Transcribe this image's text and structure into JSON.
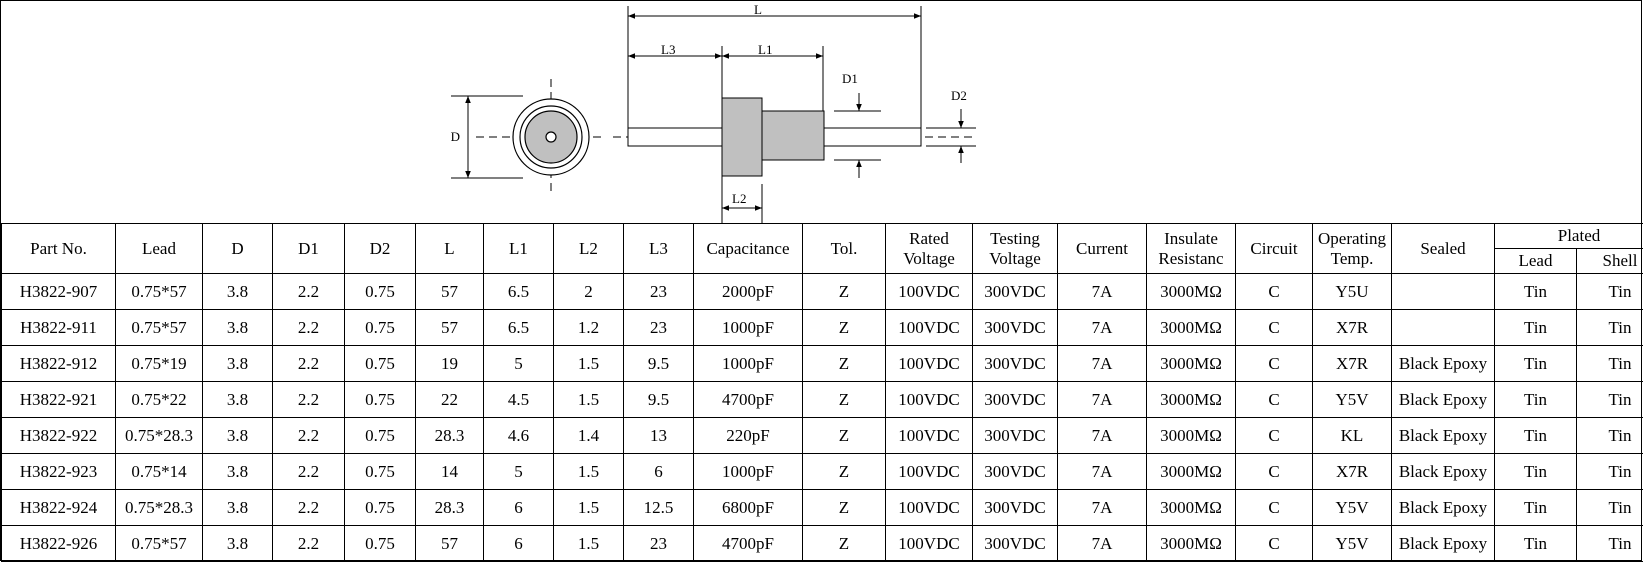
{
  "drawing": {
    "labels": {
      "L": "L",
      "L1": "L1",
      "L2": "L2",
      "L3": "L3",
      "D": "D",
      "D1": "D1",
      "D2": "D2"
    },
    "colors": {
      "body_fill": "#c0c0c0",
      "line": "#000000"
    }
  },
  "table": {
    "headers": {
      "part_no": "Part No.",
      "lead": "Lead",
      "d": "D",
      "d1": "D1",
      "d2": "D2",
      "l": "L",
      "l1": "L1",
      "l2": "L2",
      "l3": "L3",
      "capacitance": "Capacitance",
      "tol": "Tol.",
      "rated_voltage": [
        "Rated",
        "Voltage"
      ],
      "testing_voltage": [
        "Testing",
        "Voltage"
      ],
      "current": "Current",
      "insulate_resistance": [
        "Insulate",
        "Resistanc"
      ],
      "circuit": "Circuit",
      "operating_temp": [
        "Operating",
        "Temp."
      ],
      "sealed": "Sealed",
      "plated": "Plated",
      "plated_lead": "Lead",
      "plated_shell": "Shell"
    },
    "rows": [
      [
        "H3822-907",
        "0.75*57",
        "3.8",
        "2.2",
        "0.75",
        "57",
        "6.5",
        "2",
        "23",
        "2000pF",
        "Z",
        "100VDC",
        "300VDC",
        "7A",
        "3000MΩ",
        "C",
        "Y5U",
        "",
        "Tin",
        "Tin"
      ],
      [
        "H3822-911",
        "0.75*57",
        "3.8",
        "2.2",
        "0.75",
        "57",
        "6.5",
        "1.2",
        "23",
        "1000pF",
        "Z",
        "100VDC",
        "300VDC",
        "7A",
        "3000MΩ",
        "C",
        "X7R",
        "",
        "Tin",
        "Tin"
      ],
      [
        "H3822-912",
        "0.75*19",
        "3.8",
        "2.2",
        "0.75",
        "19",
        "5",
        "1.5",
        "9.5",
        "1000pF",
        "Z",
        "100VDC",
        "300VDC",
        "7A",
        "3000MΩ",
        "C",
        "X7R",
        "Black Epoxy",
        "Tin",
        "Tin"
      ],
      [
        "H3822-921",
        "0.75*22",
        "3.8",
        "2.2",
        "0.75",
        "22",
        "4.5",
        "1.5",
        "9.5",
        "4700pF",
        "Z",
        "100VDC",
        "300VDC",
        "7A",
        "3000MΩ",
        "C",
        "Y5V",
        "Black Epoxy",
        "Tin",
        "Tin"
      ],
      [
        "H3822-922",
        "0.75*28.3",
        "3.8",
        "2.2",
        "0.75",
        "28.3",
        "4.6",
        "1.4",
        "13",
        "220pF",
        "Z",
        "100VDC",
        "300VDC",
        "7A",
        "3000MΩ",
        "C",
        "KL",
        "Black Epoxy",
        "Tin",
        "Tin"
      ],
      [
        "H3822-923",
        "0.75*14",
        "3.8",
        "2.2",
        "0.75",
        "14",
        "5",
        "1.5",
        "6",
        "1000pF",
        "Z",
        "100VDC",
        "300VDC",
        "7A",
        "3000MΩ",
        "C",
        "X7R",
        "Black Epoxy",
        "Tin",
        "Tin"
      ],
      [
        "H3822-924",
        "0.75*28.3",
        "3.8",
        "2.2",
        "0.75",
        "28.3",
        "6",
        "1.5",
        "12.5",
        "6800pF",
        "Z",
        "100VDC",
        "300VDC",
        "7A",
        "3000MΩ",
        "C",
        "Y5V",
        "Black Epoxy",
        "Tin",
        "Tin"
      ],
      [
        "H3822-926",
        "0.75*57",
        "3.8",
        "2.2",
        "0.75",
        "57",
        "6",
        "1.5",
        "23",
        "4700pF",
        "Z",
        "100VDC",
        "300VDC",
        "7A",
        "3000MΩ",
        "C",
        "Y5V",
        "Black Epoxy",
        "Tin",
        "Tin"
      ]
    ]
  }
}
